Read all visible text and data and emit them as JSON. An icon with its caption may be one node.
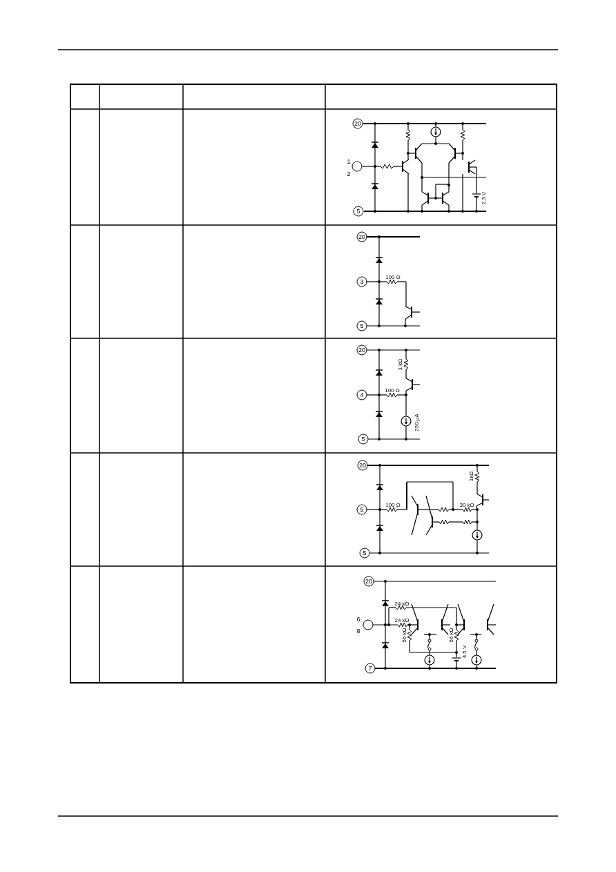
{
  "diagram": {
    "labels": [
      "20",
      "1",
      "2",
      "5",
      "2.3 V",
      "20",
      "100 Ω",
      "3",
      "5",
      "20",
      "1 kΩ",
      "100 Ω",
      "4",
      "250 µA",
      "5",
      "20",
      "1kΩ",
      "100 Ω",
      "30 kΩ",
      "5",
      "5",
      "20",
      "24 kΩ",
      "6",
      "24 kΩ",
      "8",
      "56 kΩ",
      "56 kΩ",
      "4.5 V",
      "7"
    ]
  }
}
